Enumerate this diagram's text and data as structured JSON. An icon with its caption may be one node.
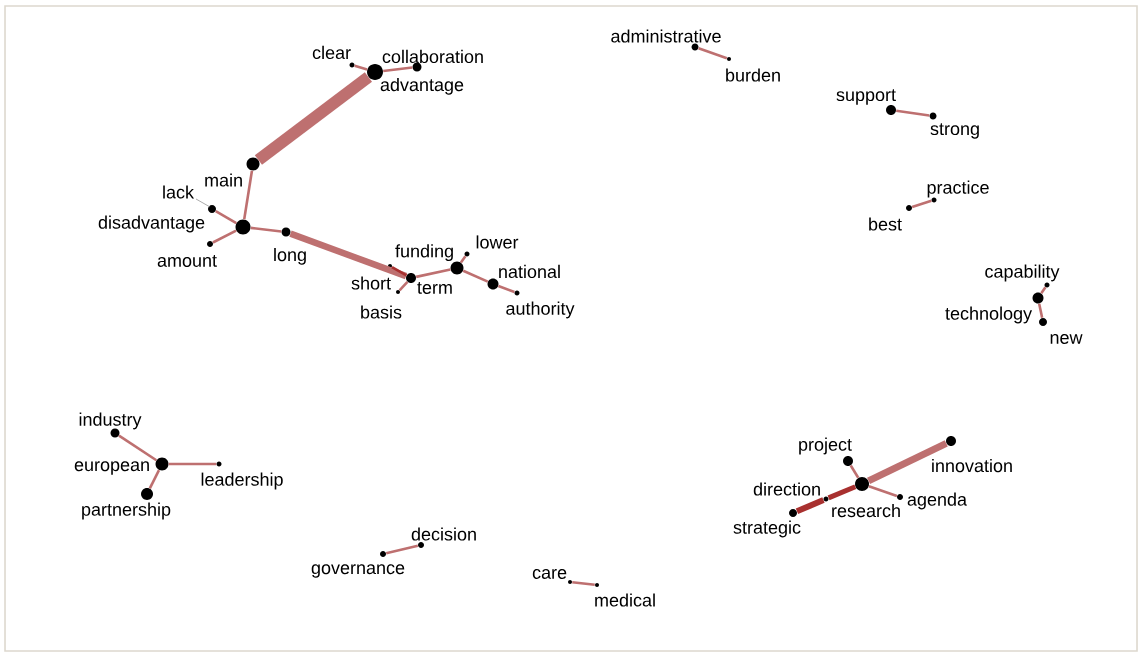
{
  "diagram": {
    "nodes": [
      {
        "text": [
          "advantage"
        ]
      },
      {
        "text": [
          "clear"
        ]
      },
      {
        "text": [
          "collaboration"
        ]
      },
      {
        "text": [
          "main"
        ]
      },
      {
        "text": [
          "disadvantage"
        ]
      },
      {
        "text": [
          "lack"
        ]
      },
      {
        "text": [
          "amount"
        ]
      },
      {
        "text": [
          "long"
        ]
      },
      {
        "text": [
          "term"
        ]
      },
      {
        "text": [
          "short"
        ]
      },
      {
        "text": [
          "basis"
        ]
      },
      {
        "text": [
          "funding"
        ]
      },
      {
        "text": [
          "lower"
        ]
      },
      {
        "text": [
          "national"
        ]
      },
      {
        "text": [
          "authority"
        ]
      },
      {
        "text": [
          "administrative"
        ]
      },
      {
        "text": [
          "burden"
        ]
      },
      {
        "text": [
          "support"
        ]
      },
      {
        "text": [
          "strong"
        ]
      },
      {
        "text": [
          "best"
        ]
      },
      {
        "text": [
          "practice"
        ]
      },
      {
        "text": [
          "capability"
        ]
      },
      {
        "text": [
          "technology"
        ]
      },
      {
        "text": [
          "new"
        ]
      },
      {
        "text": [
          "industry"
        ]
      },
      {
        "text": [
          "european"
        ]
      },
      {
        "text": [
          "leadership"
        ]
      },
      {
        "text": [
          "partnership"
        ]
      },
      {
        "text": [
          "project"
        ]
      },
      {
        "text": [
          "research"
        ]
      },
      {
        "text": [
          "innovation"
        ]
      },
      {
        "text": [
          "direction"
        ]
      },
      {
        "text": [
          "strategic"
        ]
      },
      {
        "text": [
          "agenda"
        ]
      },
      {
        "text": [
          "decision"
        ]
      },
      {
        "text": [
          "governance"
        ]
      },
      {
        "text": [
          "care"
        ]
      },
      {
        "text": [
          "medical"
        ]
      }
    ],
    "edges": [
      {
        "from": 1,
        "to": 0,
        "arrow": "none"
      },
      {
        "from": 0,
        "to": 2,
        "arrow": "none"
      },
      {
        "from": 3,
        "to": 0,
        "arrow": "none",
        "style": "thick"
      },
      {
        "from": 3,
        "to": 4,
        "arrow": "none"
      },
      {
        "from": 5,
        "to": 4,
        "arrow": "none"
      },
      {
        "from": 6,
        "to": 4,
        "arrow": "none"
      },
      {
        "from": 4,
        "to": 7,
        "arrow": "none"
      },
      {
        "from": 7,
        "to": 8,
        "arrow": "none",
        "style": "thick"
      },
      {
        "from": 9,
        "to": 8,
        "arrow": "none",
        "color": "#a8302f"
      },
      {
        "from": 8,
        "to": 10,
        "arrow": "none"
      },
      {
        "from": 8,
        "to": 11,
        "arrow": "none"
      },
      {
        "from": 11,
        "to": 12,
        "arrow": "none"
      },
      {
        "from": 11,
        "to": 13,
        "arrow": "none"
      },
      {
        "from": 13,
        "to": 14,
        "arrow": "none"
      },
      {
        "from": 15,
        "to": 16,
        "arrow": "none"
      },
      {
        "from": 17,
        "to": 18,
        "arrow": "none"
      },
      {
        "from": 19,
        "to": 20,
        "arrow": "none"
      },
      {
        "from": 22,
        "to": 21,
        "arrow": "none"
      },
      {
        "from": 22,
        "to": 23,
        "arrow": "none"
      },
      {
        "from": 24,
        "to": 25,
        "arrow": "none"
      },
      {
        "from": 25,
        "to": 26,
        "arrow": "none"
      },
      {
        "from": 25,
        "to": 27,
        "arrow": "none"
      },
      {
        "from": 28,
        "to": 29,
        "arrow": "none"
      },
      {
        "from": 29,
        "to": 30,
        "arrow": "none",
        "style": "thick"
      },
      {
        "from": 32,
        "to": 31,
        "arrow": "none",
        "style": "thick",
        "color": "#a8302f"
      },
      {
        "from": 31,
        "to": 29,
        "arrow": "none",
        "style": "thick",
        "color": "#a8302f"
      },
      {
        "from": 29,
        "to": 33,
        "arrow": "none"
      },
      {
        "from": 35,
        "to": 34,
        "arrow": "none"
      },
      {
        "from": 36,
        "to": 37,
        "arrow": "none"
      }
    ]
  }
}
